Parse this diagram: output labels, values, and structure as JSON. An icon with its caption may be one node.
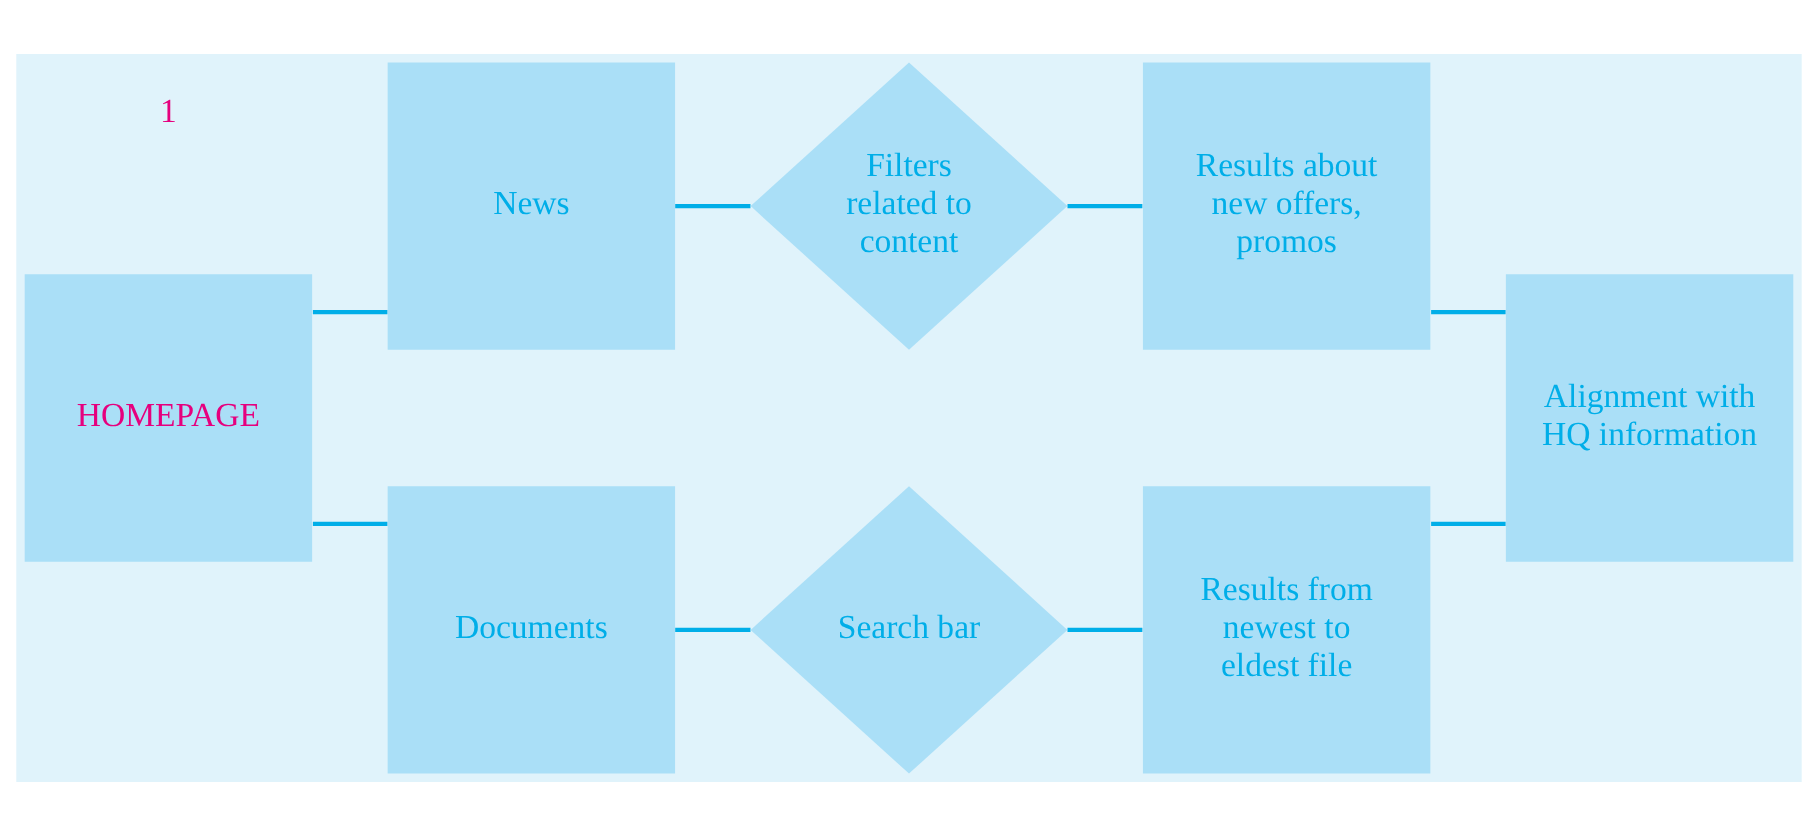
{
  "diagram": {
    "nodes": [
      {
        "text": [
          "HOMEPAGE"
        ]
      },
      {
        "text": [
          "News"
        ]
      },
      {
        "text": [
          "Documents"
        ]
      },
      {
        "text": [
          "Filters related to content"
        ]
      },
      {
        "text": [
          "Search bar"
        ]
      },
      {
        "text": [
          "Results about new offers, promos"
        ]
      },
      {
        "text": [
          "Results from newest to eldest file"
        ]
      },
      {
        "text": [
          "Alignment with HQ information"
        ]
      }
    ],
    "edges": [
      {
        "from": 0,
        "to": 1,
        "arrow": "none"
      },
      {
        "from": 0,
        "to": 2,
        "arrow": "none"
      },
      {
        "from": 1,
        "to": 3,
        "arrow": "none"
      },
      {
        "from": 3,
        "to": 5,
        "arrow": "none"
      },
      {
        "from": 2,
        "to": 4,
        "arrow": "none"
      },
      {
        "from": 4,
        "to": 6,
        "arrow": "none"
      },
      {
        "from": 5,
        "to": 7,
        "arrow": "none"
      },
      {
        "from": 6,
        "to": 7,
        "arrow": "none"
      }
    ],
    "labels": [
      "1"
    ]
  }
}
